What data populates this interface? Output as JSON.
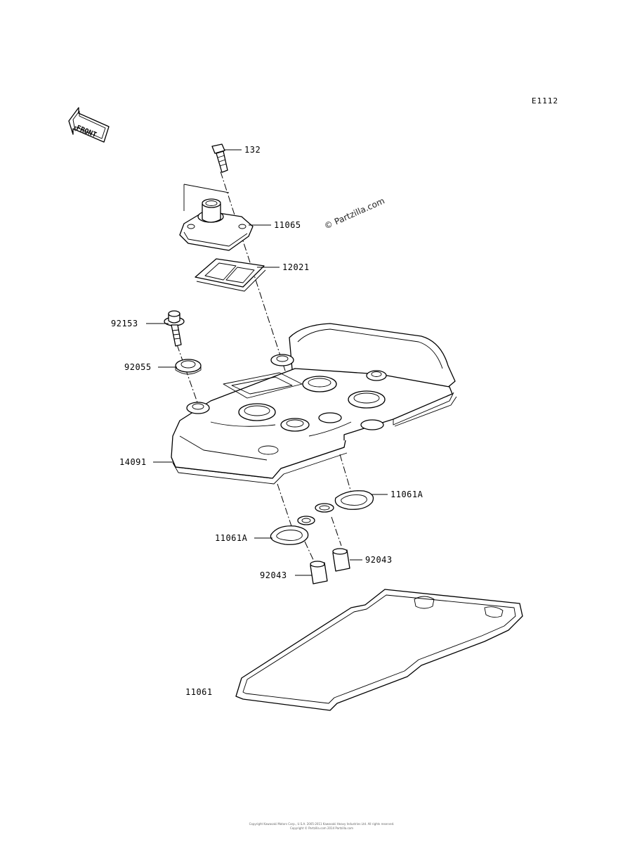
{
  "diagram_code": "E1112",
  "front_label": "FRONT",
  "watermark": "© Partzilla.com",
  "footer_lines": [
    "Copyright Kawasaki Motors Corp., U.S.A. 2005-2011 Kawasaki Heavy Industries Ltd. All rights reserved.",
    "Copyright © Partzilla.com 2014 Partzilla.com"
  ],
  "callouts": [
    {
      "id": "bolt-132",
      "label": "132"
    },
    {
      "id": "breather-cover",
      "label": "11065"
    },
    {
      "id": "breather-plate",
      "label": "12021"
    },
    {
      "id": "cover-bolt",
      "label": "92153"
    },
    {
      "id": "grommet",
      "label": "92055"
    },
    {
      "id": "cylinder-head-cover",
      "label": "14091"
    },
    {
      "id": "plug-gasket-right",
      "label": "11061A"
    },
    {
      "id": "plug-gasket-left",
      "label": "11061A"
    },
    {
      "id": "collar-right",
      "label": "92043"
    },
    {
      "id": "collar-left",
      "label": "92043"
    },
    {
      "id": "head-cover-gasket",
      "label": "11061"
    }
  ]
}
